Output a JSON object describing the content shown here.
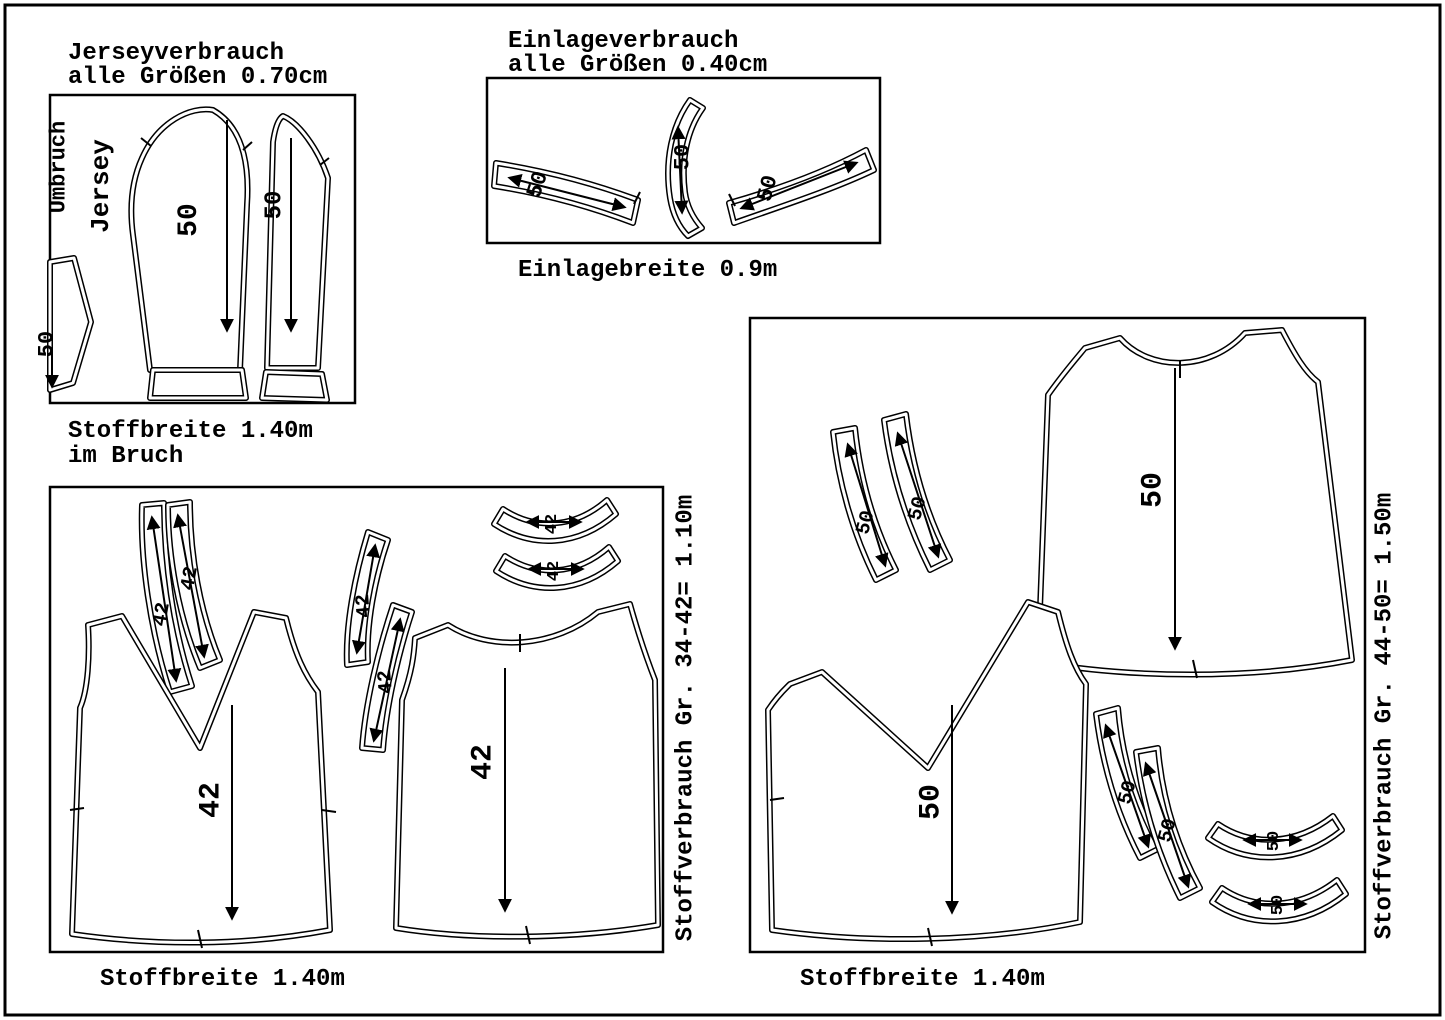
{
  "colors": {
    "ink": "#000000",
    "paper": "#ffffff"
  },
  "jersey": {
    "title1": "Jerseyverbrauch",
    "title2": "alle Größen 0.70cm",
    "umbruch": "Umbruch",
    "fabric": "Jersey",
    "size": "50",
    "footer1": "Stoffbreite 1.40m",
    "footer2": "im Bruch"
  },
  "einlage": {
    "title1": "Einlageverbrauch",
    "title2": "alle Größen 0.40cm",
    "size": "50",
    "footer": "Einlagebreite 0.9m"
  },
  "size42": {
    "size": "42",
    "side": "Stoffverbrauch Gr. 34-42= 1.10m",
    "footer": "Stoffbreite 1.40m"
  },
  "size50": {
    "size": "50",
    "side": "Stoffverbrauch Gr. 44-50= 1.50m",
    "footer": "Stoffbreite 1.40m"
  }
}
